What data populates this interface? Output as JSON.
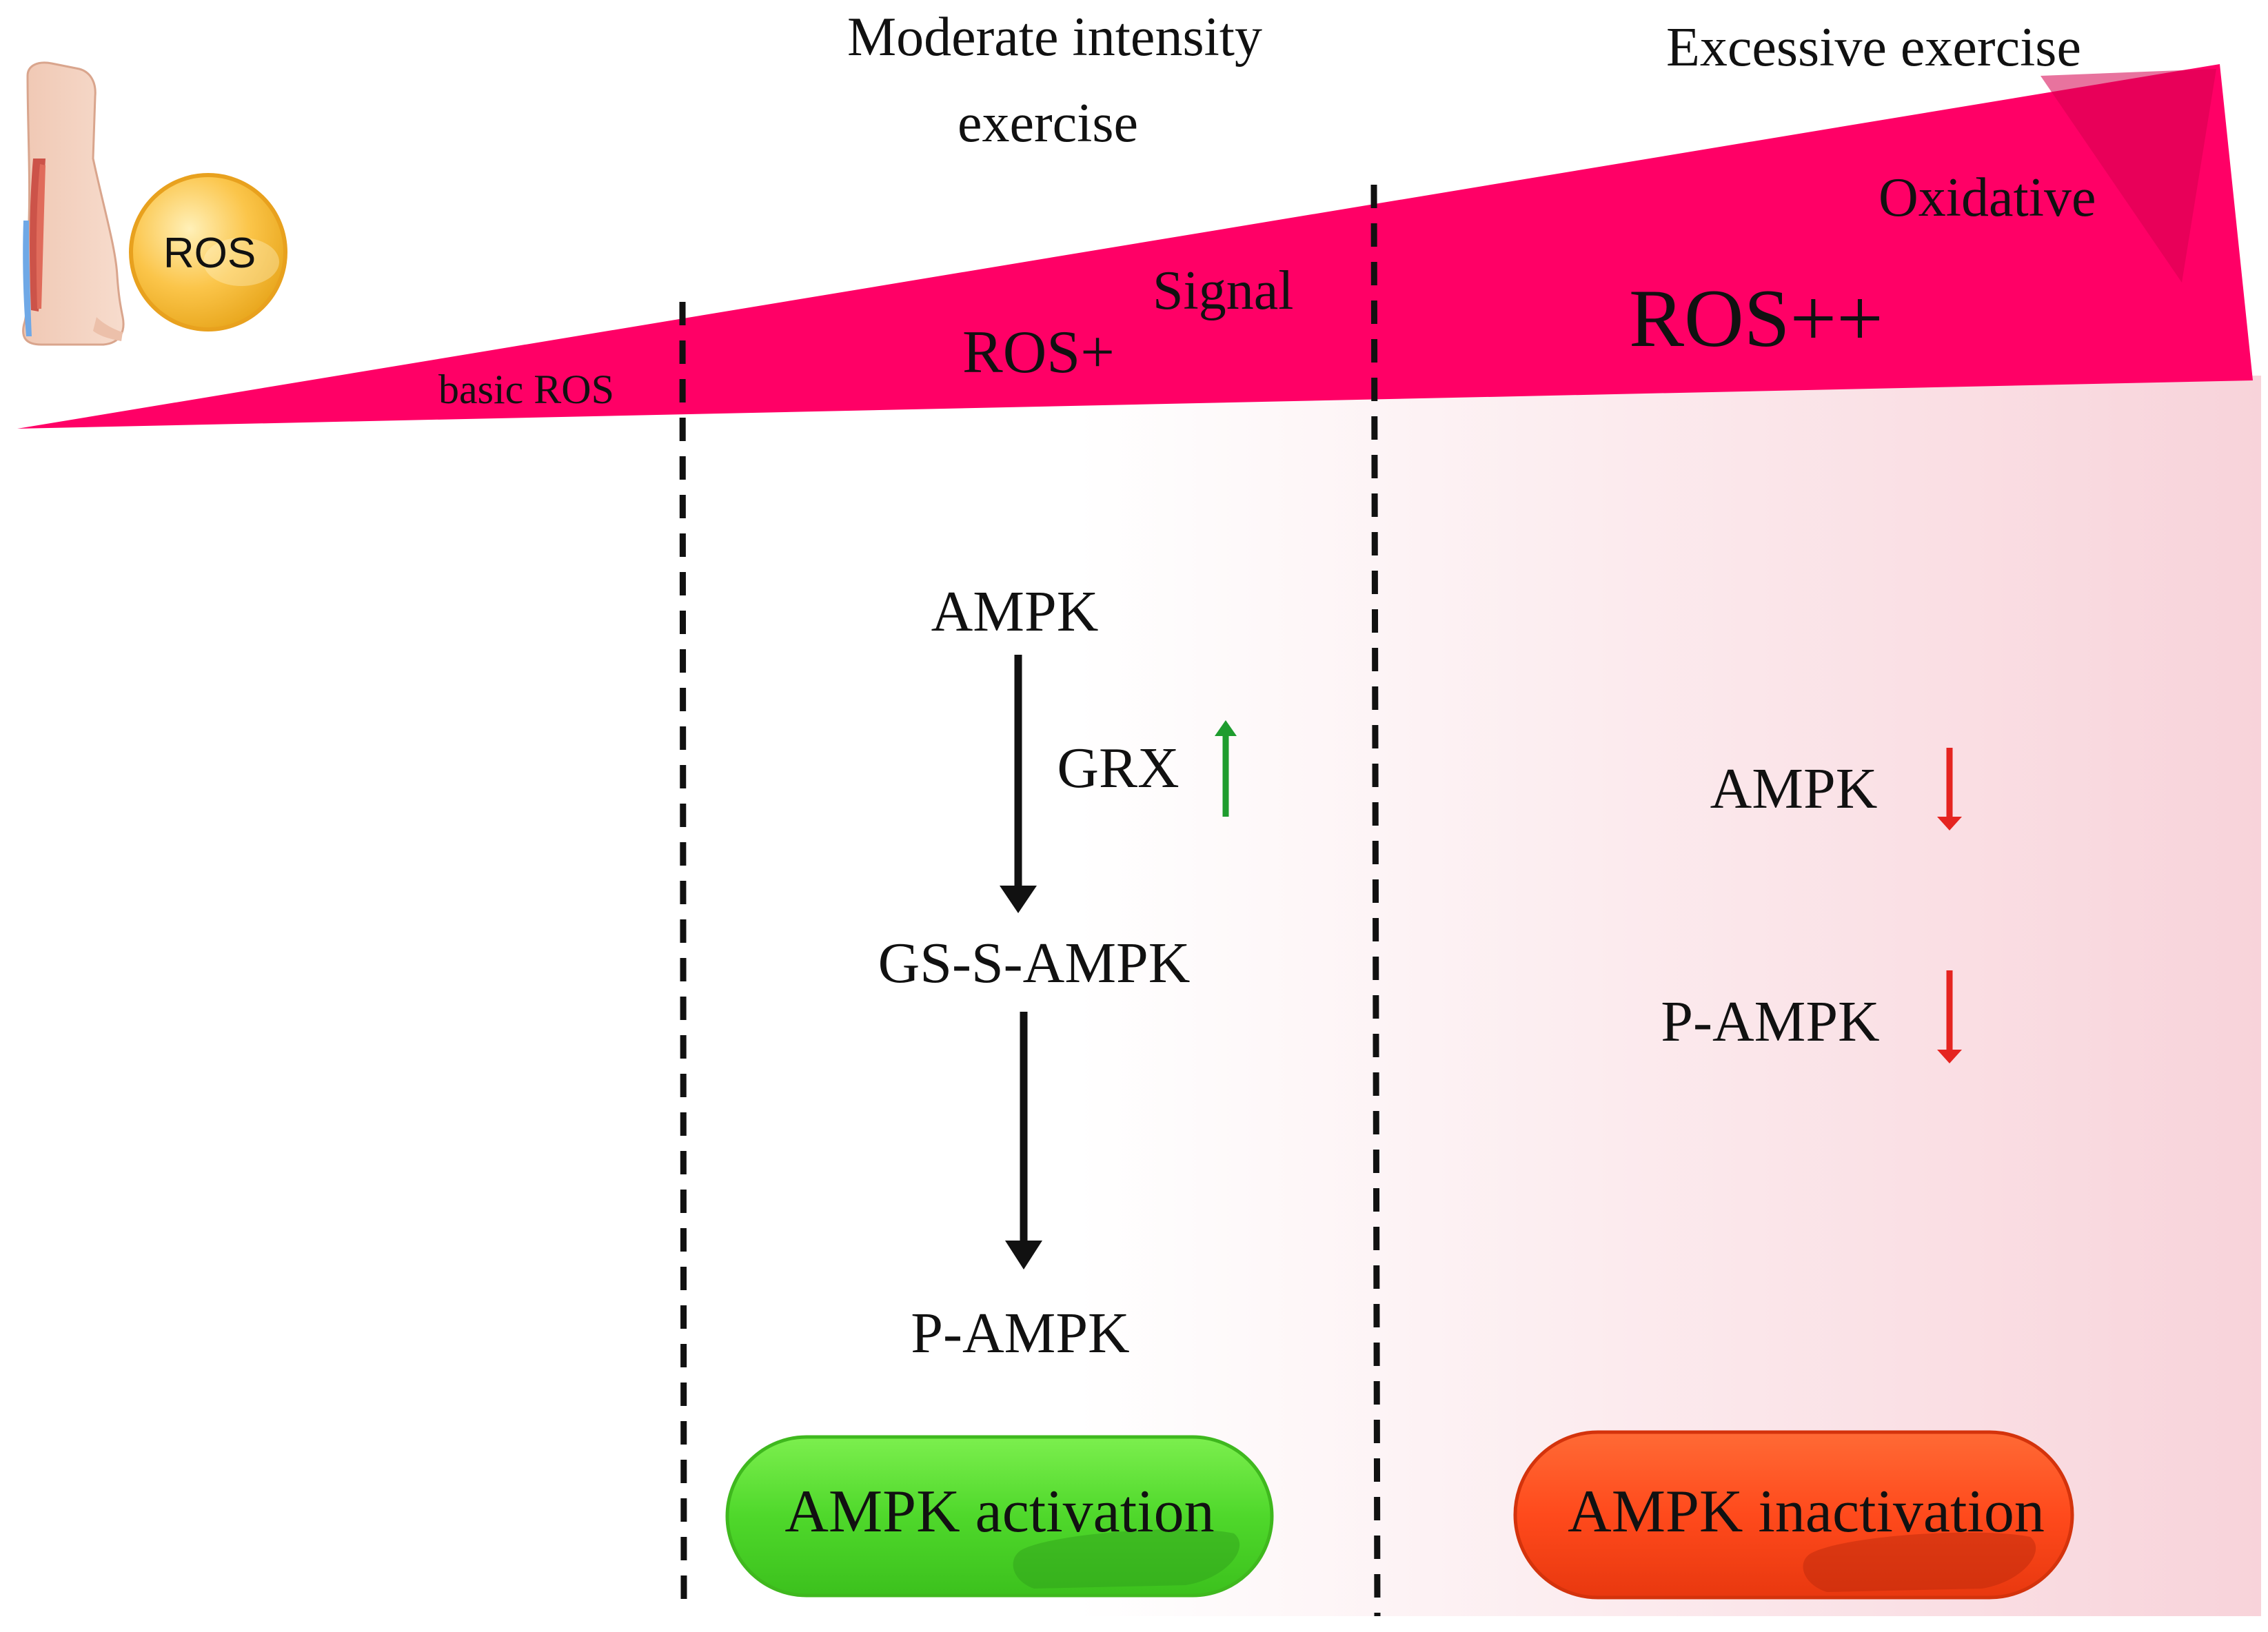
{
  "colors": {
    "wedge": "#ff0066",
    "wedge_dark": "#d6004f",
    "panel_pink": "#f8d3da",
    "up_arrow": "#1e9c2e",
    "down_arrow": "#e52420",
    "activation_pill": "#4fd82b",
    "inactivation_pill": "#ff4a1c",
    "ros_ball": "#fbc54a"
  },
  "icon": {
    "ros_label": "ROS"
  },
  "headers": {
    "moderate_line1": "Moderate intensity",
    "moderate_line2": "exercise",
    "excessive": "Excessive exercise"
  },
  "wedge": {
    "basic": "basic ROS",
    "ros_plus": "ROS+",
    "signal": "Signal",
    "ros_plusplus": "ROS++",
    "oxidative": "Oxidative"
  },
  "moderate": {
    "ampk": "AMPK",
    "grx": "GRX",
    "gssampk": "GS-S-AMPK",
    "pampk": "P-AMPK",
    "result": "AMPK activation"
  },
  "excessive": {
    "ampk": "AMPK",
    "pampk": "P-AMPK",
    "result": "AMPK inactivation"
  }
}
